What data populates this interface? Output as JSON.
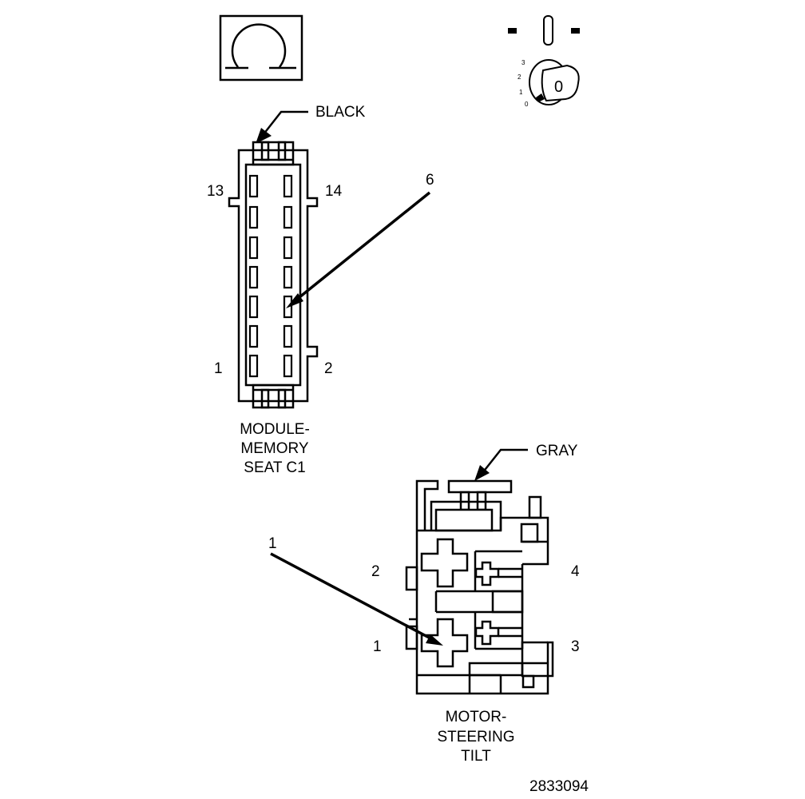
{
  "connector1": {
    "color_label": "BLACK",
    "pin_top_left": "13",
    "pin_top_right": "14",
    "pin_bottom_left": "1",
    "pin_bottom_right": "2",
    "callout": "6",
    "name_line1": "MODULE-",
    "name_line2": "MEMORY",
    "name_line3": "SEAT C1"
  },
  "connector2": {
    "color_label": "GRAY",
    "pin_2": "2",
    "pin_4": "4",
    "pin_1": "1",
    "pin_3": "3",
    "callout": "1",
    "name_line1": "MOTOR-",
    "name_line2": "STEERING",
    "name_line3": "TILT"
  },
  "ignition": {
    "key_label": "0",
    "positions": [
      "3",
      "2",
      "1",
      "0"
    ]
  },
  "figure_number": "2833094",
  "icons": [
    "ohm-symbol-icon",
    "ignition-key-icon"
  ]
}
